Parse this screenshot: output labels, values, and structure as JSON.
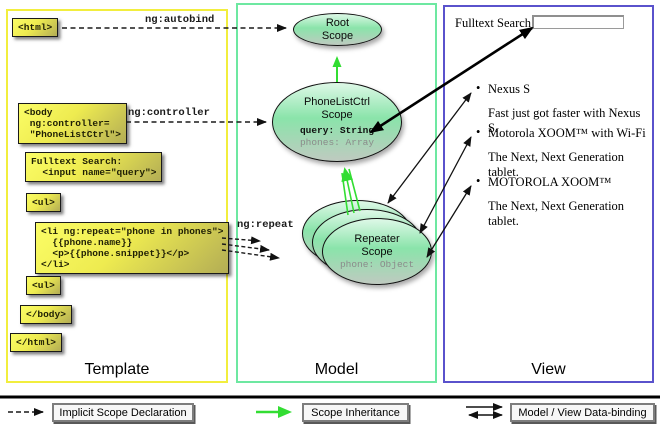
{
  "labels": {
    "ng_autobind": "ng:autobind",
    "ng_controller": "ng:controller",
    "ng_repeat": "ng:repeat"
  },
  "template_panel": {
    "label": "Template",
    "boxes": [
      {
        "name": "html-open",
        "text": "<html>"
      },
      {
        "name": "body-open",
        "text": "<body\n ng:controller=\n \"PhoneListCtrl\">"
      },
      {
        "name": "fulltext-input-code",
        "text": "Fulltext Search:\n  <input name=\"query\">"
      },
      {
        "name": "ul-open",
        "text": "<ul>"
      },
      {
        "name": "li-repeat",
        "text": "<li ng:repeat=\"phone in phones\">\n  {{phone.name}}\n  <p>{{phone.snippet}}</p>\n</li>"
      },
      {
        "name": "ul-close",
        "text": "<ul>"
      },
      {
        "name": "body-close",
        "text": "</body>"
      },
      {
        "name": "html-close",
        "text": "</html>"
      }
    ]
  },
  "model_panel": {
    "label": "Model",
    "root_scope": {
      "title": "Root\nScope"
    },
    "phonelist_scope": {
      "title": "PhoneListCtrl\nScope",
      "prop_query": "query: String",
      "prop_phones": "phones: Array"
    },
    "repeater_scope": {
      "title": "Repeater\nScope",
      "prop_phone": "phone: Object"
    }
  },
  "view_panel": {
    "label": "View",
    "search_label": "Fulltext Search:",
    "search_value": "",
    "bullet": "•",
    "items": [
      {
        "title": "Nexus S",
        "desc": "Fast just got faster with Nexus S."
      },
      {
        "title": "Motorola XOOM™ with Wi-Fi",
        "desc": "The Next, Next Generation tablet."
      },
      {
        "title": "MOTOROLA XOOM™",
        "desc": "The Next, Next Generation tablet."
      }
    ]
  },
  "legend": {
    "implicit_label": "Implicit Scope Declaration",
    "inheritance_label": "Scope Inheritance",
    "binding_label": "Model / View Data-binding"
  },
  "colors": {
    "template_border": "#f2ee3e",
    "model_border": "#6de8a1",
    "view_border": "#5a52cc",
    "code_box_top": "#fbfd66",
    "code_box_bottom": "#b3ad55",
    "scope_top": "#def8e7",
    "scope_mid": "#8ae4aa",
    "scope_bottom": "#bfcac0",
    "arrow_green": "#33dd33",
    "legend_border": "#7d7d7d"
  }
}
